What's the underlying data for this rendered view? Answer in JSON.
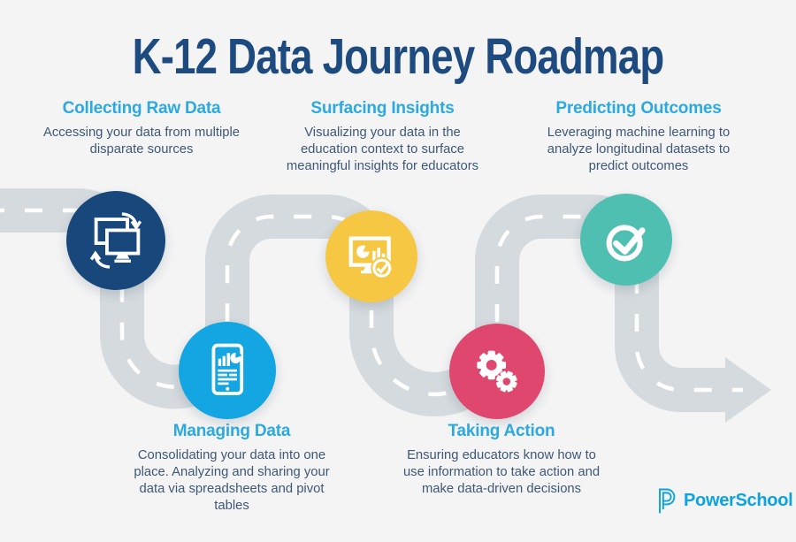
{
  "title": "K-12 Data Journey Roadmap",
  "colors": {
    "background": "#F4F4F5",
    "road": "#D4DADE",
    "road_dash": "#FFFFFF",
    "title_text": "#1D4B80",
    "body_text": "#3E5876",
    "heading_accent": "#2BA9E0"
  },
  "milestones": [
    {
      "heading": "Collecting Raw Data",
      "description": "Accessing your data from multiple disparate sources",
      "color": "#17477B",
      "icon": "monitors-sync-icon",
      "label_position": "top"
    },
    {
      "heading": "Managing Data",
      "description": "Consolidating your data into one place. Analyzing and sharing your data via spreadsheets and pivot tables",
      "color": "#14A5E3",
      "icon": "tablet-report-icon",
      "label_position": "bottom"
    },
    {
      "heading": "Surfacing Insights",
      "description": "Visualizing your data in the education context to surface meaningful insights for educators",
      "color": "#F6C742",
      "icon": "monitor-analytics-icon",
      "label_position": "top"
    },
    {
      "heading": "Taking Action",
      "description": "Ensuring educators know how to use information to take action and make data-driven decisions",
      "color": "#E0476F",
      "icon": "gears-icon",
      "label_position": "bottom"
    },
    {
      "heading": "Predicting Outcomes",
      "description": "Leveraging machine learning to analyze longitudinal datasets to predict outcomes",
      "color": "#4FBFB1",
      "icon": "check-circle-icon",
      "label_position": "top"
    }
  ],
  "brand": {
    "name": "PowerSchool",
    "color": "#0DA2E2"
  }
}
